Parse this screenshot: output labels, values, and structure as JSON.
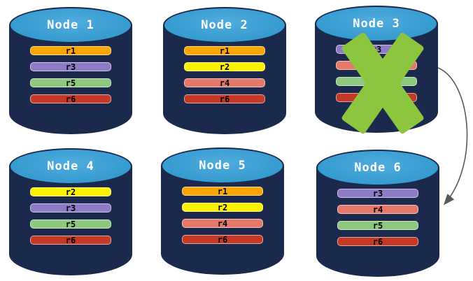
{
  "diagram": {
    "description": "Replica distribution across six database nodes; Node 3 has failed (green X) and an arrow redirects to Node 6"
  },
  "colors": {
    "background": "#ffffff",
    "cylinder_body": "#1b2a4c",
    "cylinder_top": "#3399ce",
    "cylinder_top_light": "#4facde",
    "title_text": "#ffffff",
    "bar_text": "#000000",
    "bar_border": "rgba(255,255,255,0.55)",
    "x_mark": "#8cc63e",
    "arrow": "#595959",
    "replicas": {
      "r1": "#f9a602",
      "r2": "#fbf200",
      "r3": "#8d7cc5",
      "r4": "#e4796b",
      "r5": "#8cc87e",
      "r6": "#c53a26"
    }
  },
  "nodes": [
    {
      "id": "node-1",
      "label": "Node 1",
      "replicas": [
        "r1",
        "r3",
        "r5",
        "r6"
      ],
      "failed": false
    },
    {
      "id": "node-2",
      "label": "Node 2",
      "replicas": [
        "r1",
        "r2",
        "r4",
        "r6"
      ],
      "failed": false
    },
    {
      "id": "node-3",
      "label": "Node 3",
      "replicas": [
        "r3",
        "r4",
        "r5",
        "r6"
      ],
      "failed": true
    },
    {
      "id": "node-4",
      "label": "Node 4",
      "replicas": [
        "r2",
        "r3",
        "r5",
        "r6"
      ],
      "failed": false
    },
    {
      "id": "node-5",
      "label": "Node 5",
      "replicas": [
        "r1",
        "r2",
        "r4",
        "r6"
      ],
      "failed": false
    },
    {
      "id": "node-6",
      "label": "Node 6",
      "replicas": [
        "r3",
        "r4",
        "r5",
        "r6"
      ],
      "failed": false
    }
  ],
  "arrow": {
    "from": "Node 3",
    "to": "Node 6"
  }
}
